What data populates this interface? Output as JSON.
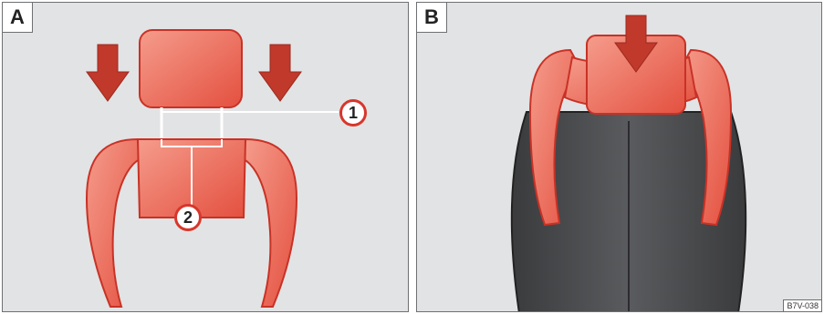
{
  "panels": [
    {
      "label": "A"
    },
    {
      "label": "B"
    }
  ],
  "callouts": [
    {
      "number": "1"
    },
    {
      "number": "2"
    }
  ],
  "figure_code": "B7V-038",
  "colors": {
    "panel_background": "#e2e3e4",
    "headrest_fill": "#ef6d5d",
    "headrest_stroke": "#c83226",
    "arrow_fill": "#c0392b",
    "seat_fill": "#4a4b4d",
    "callout_border": "#d8362b"
  }
}
